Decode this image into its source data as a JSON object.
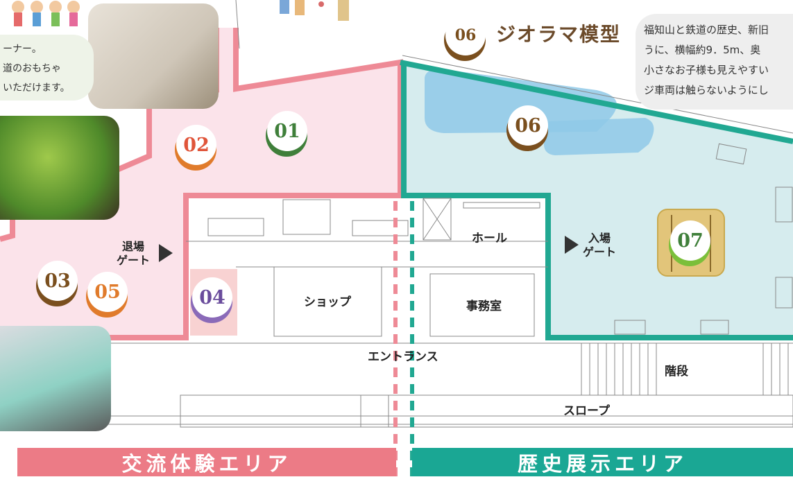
{
  "header": {
    "section_number": "06",
    "section_title": "ジオラマ模型",
    "section_description_lines": [
      "福知山と鉄道の歴史、新旧",
      "うに、横幅約9．5m、奥",
      "小さなお子様も見えやすい",
      "ジ車両は触らないようにし"
    ]
  },
  "left_description_lines": [
    "ーナー。",
    "道のおもちゃ",
    "いただけます。"
  ],
  "zone_badges": [
    {
      "number": "01",
      "color": "#3f7f3a"
    },
    {
      "number": "02",
      "color": "#e0553a"
    },
    {
      "number": "03",
      "color": "#7a4f1e"
    },
    {
      "number": "04",
      "color": "#6a4c9c"
    },
    {
      "number": "05",
      "color": "#e07b2b"
    },
    {
      "number": "06",
      "color": "#7a4f1e"
    },
    {
      "number": "07",
      "color": "#3f7f3a"
    }
  ],
  "rooms": {
    "exit_gate": "退場\nゲート",
    "entry_gate": "入場\nゲート",
    "hall": "ホール",
    "shop": "ショップ",
    "office": "事務室",
    "entrance": "エントランス",
    "stairs": "階段",
    "slope": "スロープ"
  },
  "areas": {
    "left": {
      "label": "交流体験エリア",
      "color": "#ec7b86",
      "fill": "#fbe3ea"
    },
    "right": {
      "label": "歴史展示エリア",
      "color": "#1aa794",
      "fill": "#d6ecee"
    }
  }
}
